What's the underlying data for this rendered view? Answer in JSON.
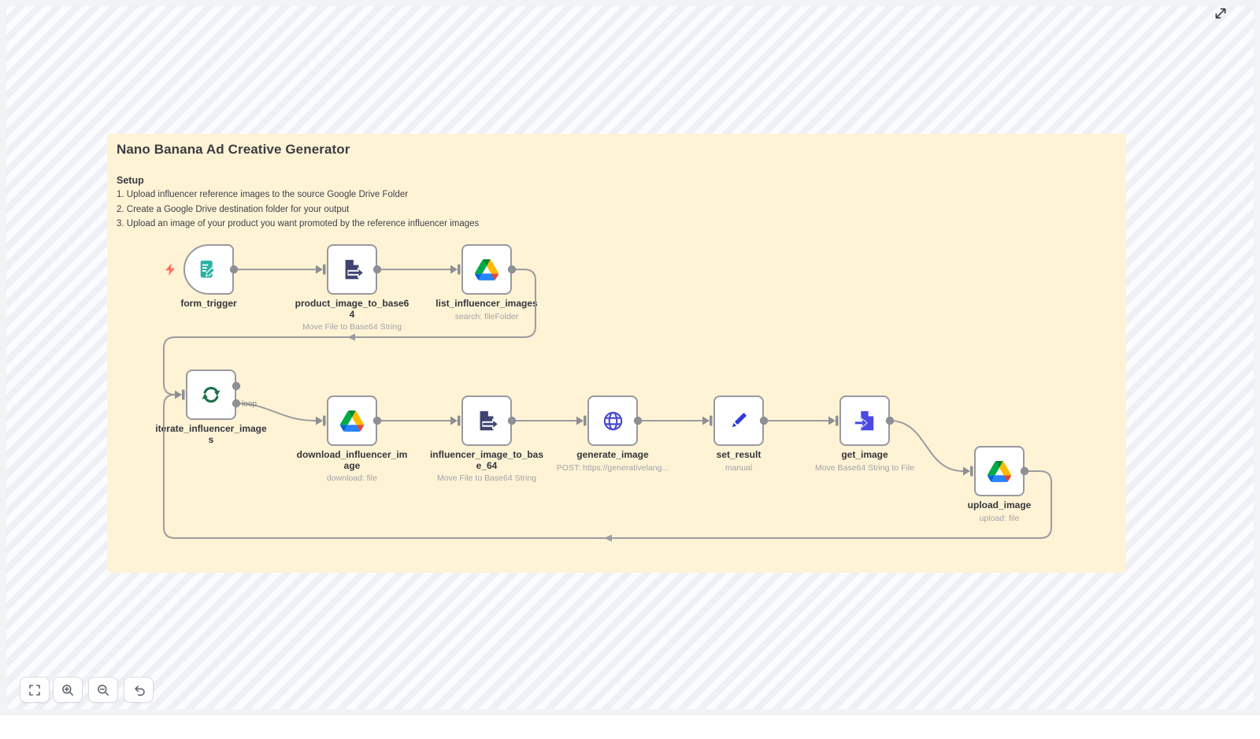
{
  "sticky": {
    "title": "Nano Banana Ad Creative Generator",
    "setup_heading": "Setup",
    "steps": [
      "1. Upload influencer reference images to the source Google Drive Folder",
      "2. Create a Google Drive destination folder for your output",
      "3. Upload an image of your product you want promoted by the reference influencer images"
    ]
  },
  "nodes": [
    {
      "id": "form_trigger",
      "name": "form_trigger",
      "subtitle": "",
      "icon": "form-trigger-icon"
    },
    {
      "id": "product_image_to_base64",
      "name": "product_image_to_base6\n4",
      "subtitle": "Move File to Base64 String",
      "icon": "extract-from-file-icon"
    },
    {
      "id": "list_influencer_images",
      "name": "list_influencer_images",
      "subtitle": "search: fileFolder",
      "icon": "google-drive-icon"
    },
    {
      "id": "iterate_influencer_images",
      "name": "iterate_influencer_image\ns",
      "subtitle": "",
      "icon": "loop-over-items-icon"
    },
    {
      "id": "download_influencer_image",
      "name": "download_influencer_im\nage",
      "subtitle": "download: file",
      "icon": "google-drive-icon"
    },
    {
      "id": "influencer_image_to_base_64",
      "name": "influencer_image_to_bas\ne_64",
      "subtitle": "Move File to Base64 String",
      "icon": "extract-from-file-icon"
    },
    {
      "id": "generate_image",
      "name": "generate_image",
      "subtitle": "POST: https://generativelang...",
      "icon": "http-globe-icon"
    },
    {
      "id": "set_result",
      "name": "set_result",
      "subtitle": "manual",
      "icon": "edit-pencil-icon"
    },
    {
      "id": "get_image",
      "name": "get_image",
      "subtitle": "Move Base64 String to File",
      "icon": "convert-to-file-icon"
    },
    {
      "id": "upload_image",
      "name": "upload_image",
      "subtitle": "upload: file",
      "icon": "google-drive-icon"
    }
  ],
  "connections": {
    "loop_output_label": "loop"
  },
  "toolbar": {
    "buttons": [
      {
        "icon": "fit-view-icon"
      },
      {
        "icon": "zoom-in-icon"
      },
      {
        "icon": "zoom-out-icon"
      },
      {
        "icon": "undo-icon"
      }
    ]
  },
  "header": {
    "expand_icon": "expand-diagonal-icon"
  },
  "colors": {
    "sticky_bg": "#FFF3D6",
    "canvas_stripe_light": "#FBFCFF",
    "canvas_stripe_dark": "#EEF0F6",
    "wire_gray": "#9B9CA0",
    "node_border": "#9899A0",
    "trigger_bolt": "#FF6D5C",
    "form_teal": "#2AB1A4",
    "binary_file_navy": "#3E4371",
    "convert_file_indigo": "#4B48E6",
    "globe_indigo": "#474BCE",
    "pencil_blue": "#2E3CD8",
    "loop_green": "#1A7048",
    "drive_blue": "#2684FC",
    "drive_green": "#00AC47",
    "drive_yellow": "#FFBA00"
  }
}
